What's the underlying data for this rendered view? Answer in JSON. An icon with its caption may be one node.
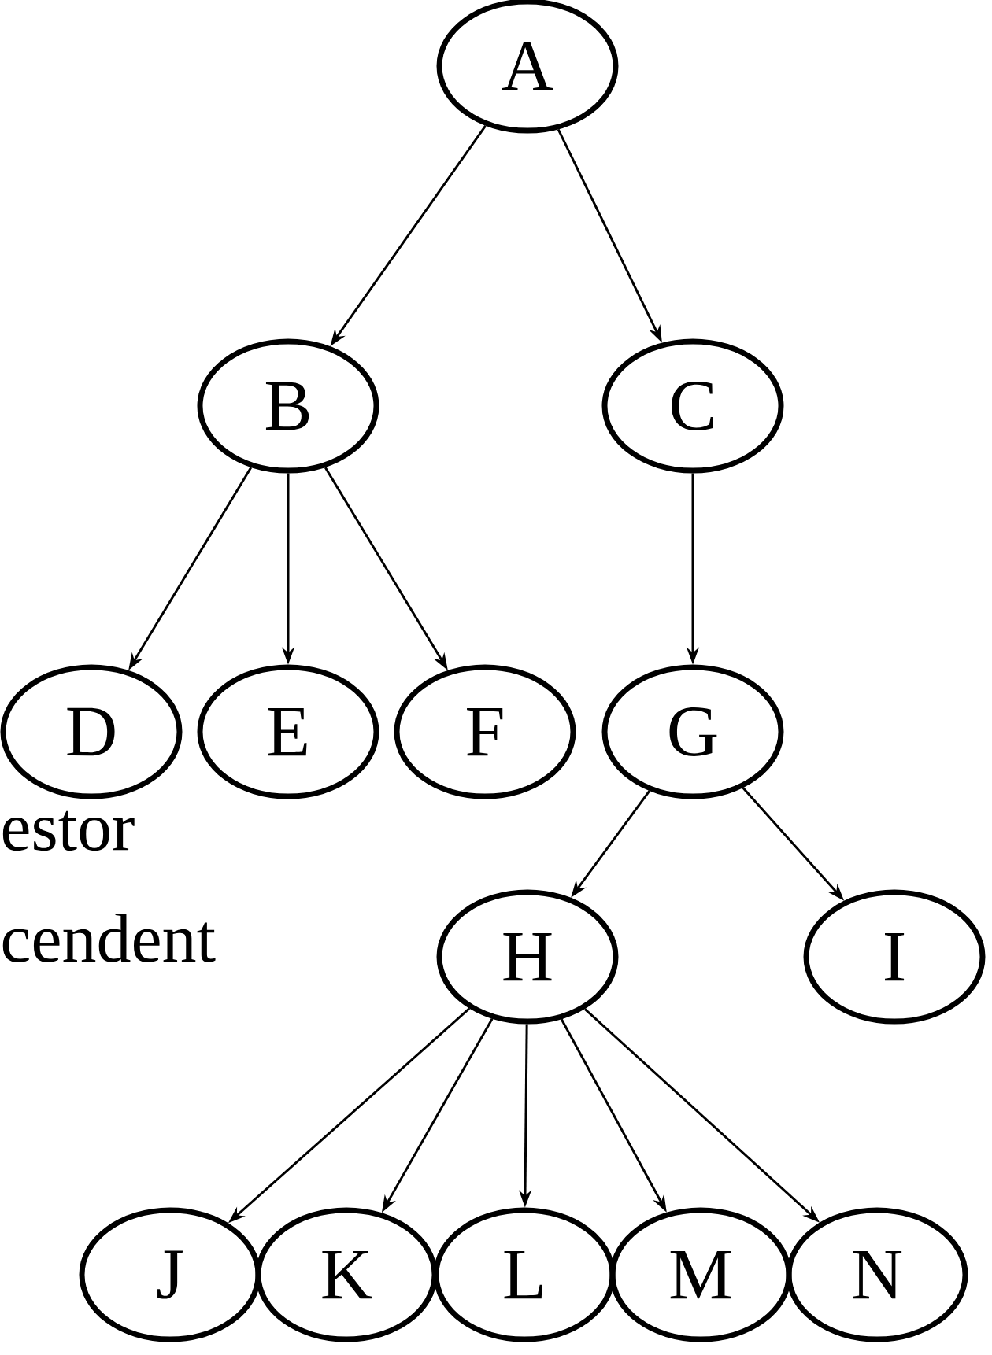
{
  "diagram": {
    "nodes": [
      {
        "text": [
          "A"
        ]
      },
      {
        "text": [
          "B"
        ]
      },
      {
        "text": [
          "C"
        ]
      },
      {
        "text": [
          "D"
        ]
      },
      {
        "text": [
          "E"
        ]
      },
      {
        "text": [
          "F"
        ]
      },
      {
        "text": [
          "G"
        ]
      },
      {
        "text": [
          "H"
        ]
      },
      {
        "text": [
          "I"
        ]
      },
      {
        "text": [
          "J"
        ]
      },
      {
        "text": [
          "K"
        ]
      },
      {
        "text": [
          "L"
        ]
      },
      {
        "text": [
          "M"
        ]
      },
      {
        "text": [
          "N"
        ]
      }
    ],
    "edges": [
      {
        "from": 0,
        "to": 1,
        "arrow": "to"
      },
      {
        "from": 0,
        "to": 2,
        "arrow": "to"
      },
      {
        "from": 1,
        "to": 3,
        "arrow": "to"
      },
      {
        "from": 1,
        "to": 4,
        "arrow": "to"
      },
      {
        "from": 1,
        "to": 5,
        "arrow": "to"
      },
      {
        "from": 2,
        "to": 6,
        "arrow": "to"
      },
      {
        "from": 6,
        "to": 7,
        "arrow": "to"
      },
      {
        "from": 6,
        "to": 8,
        "arrow": "to"
      },
      {
        "from": 7,
        "to": 9,
        "arrow": "to"
      },
      {
        "from": 7,
        "to": 10,
        "arrow": "to"
      },
      {
        "from": 7,
        "to": 11,
        "arrow": "to"
      },
      {
        "from": 7,
        "to": 12,
        "arrow": "to"
      },
      {
        "from": 7,
        "to": 13,
        "arrow": "to"
      }
    ],
    "labels": [
      "estor",
      "cendent"
    ]
  }
}
